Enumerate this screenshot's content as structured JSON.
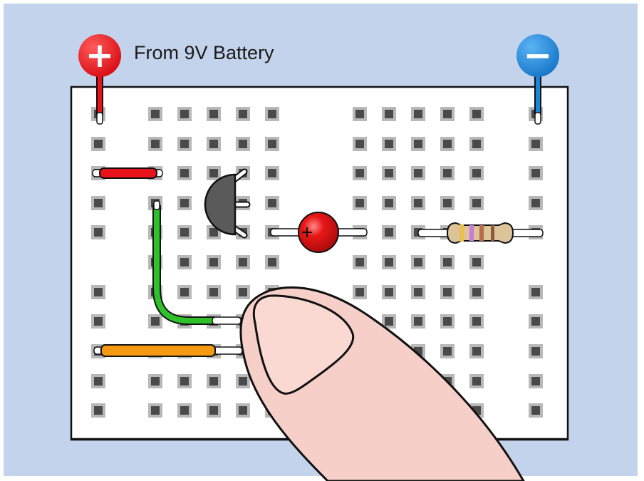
{
  "caption": "From 9V Battery",
  "terminals": {
    "positive": {
      "symbol": "+",
      "color": "#e8121a"
    },
    "negative": {
      "symbol": "−",
      "color": "#1a86d8"
    }
  },
  "colors": {
    "background": "#c3d3ec",
    "board": "#ffffff",
    "hole": "#4a4a4a",
    "hole_shadow": "#b8b8b8",
    "wire_red": "#e8121a",
    "wire_blue": "#1a86d8",
    "wire_green": "#2dc22a",
    "wire_orange": "#f59a12",
    "transistor": "#5a5a5a",
    "led": "#e01313",
    "resistor": "#dcc39a",
    "finger": "#f6cfc8"
  },
  "components": [
    "transistor",
    "led",
    "resistor",
    "jumper-wire-red",
    "jumper-wire-green",
    "jumper-wire-orange",
    "finger"
  ]
}
